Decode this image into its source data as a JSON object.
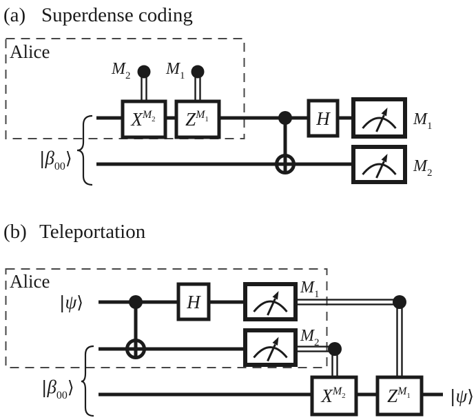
{
  "colors": {
    "ink": "#1b1b1b",
    "dash_gray": "#454545",
    "background": "#ffffff"
  },
  "panel_a": {
    "index": "(a)",
    "title": "Superdense coding",
    "alice_label": "Alice",
    "bell_state": {
      "bar": "|",
      "symbol": "β",
      "subscript": "00",
      "ket": "⟩"
    },
    "control_m2": {
      "base": "M",
      "subscript": "2"
    },
    "control_m1": {
      "base": "M",
      "subscript": "1"
    },
    "gate_x": {
      "base": "X",
      "sup": "M",
      "sup_sub": "2"
    },
    "gate_z": {
      "base": "Z",
      "sup": "M",
      "sup_sub": "1"
    },
    "gate_h": "H",
    "measure_top_label": {
      "base": "M",
      "subscript": "1"
    },
    "measure_bottom_label": {
      "base": "M",
      "subscript": "2"
    }
  },
  "panel_b": {
    "index": "(b)",
    "title": "Teleportation",
    "alice_label": "Alice",
    "input_state": {
      "bar": "|",
      "symbol": "ψ",
      "ket": "⟩"
    },
    "bell_state": {
      "bar": "|",
      "symbol": "β",
      "subscript": "00",
      "ket": "⟩"
    },
    "gate_h": "H",
    "measure_top_label": {
      "base": "M",
      "subscript": "1"
    },
    "measure_bottom_label": {
      "base": "M",
      "subscript": "2"
    },
    "gate_x": {
      "base": "X",
      "sup": "M",
      "sup_sub": "2"
    },
    "gate_z": {
      "base": "Z",
      "sup": "M",
      "sup_sub": "1"
    },
    "output_state": {
      "bar": "|",
      "symbol": "ψ",
      "ket": "⟩"
    }
  }
}
